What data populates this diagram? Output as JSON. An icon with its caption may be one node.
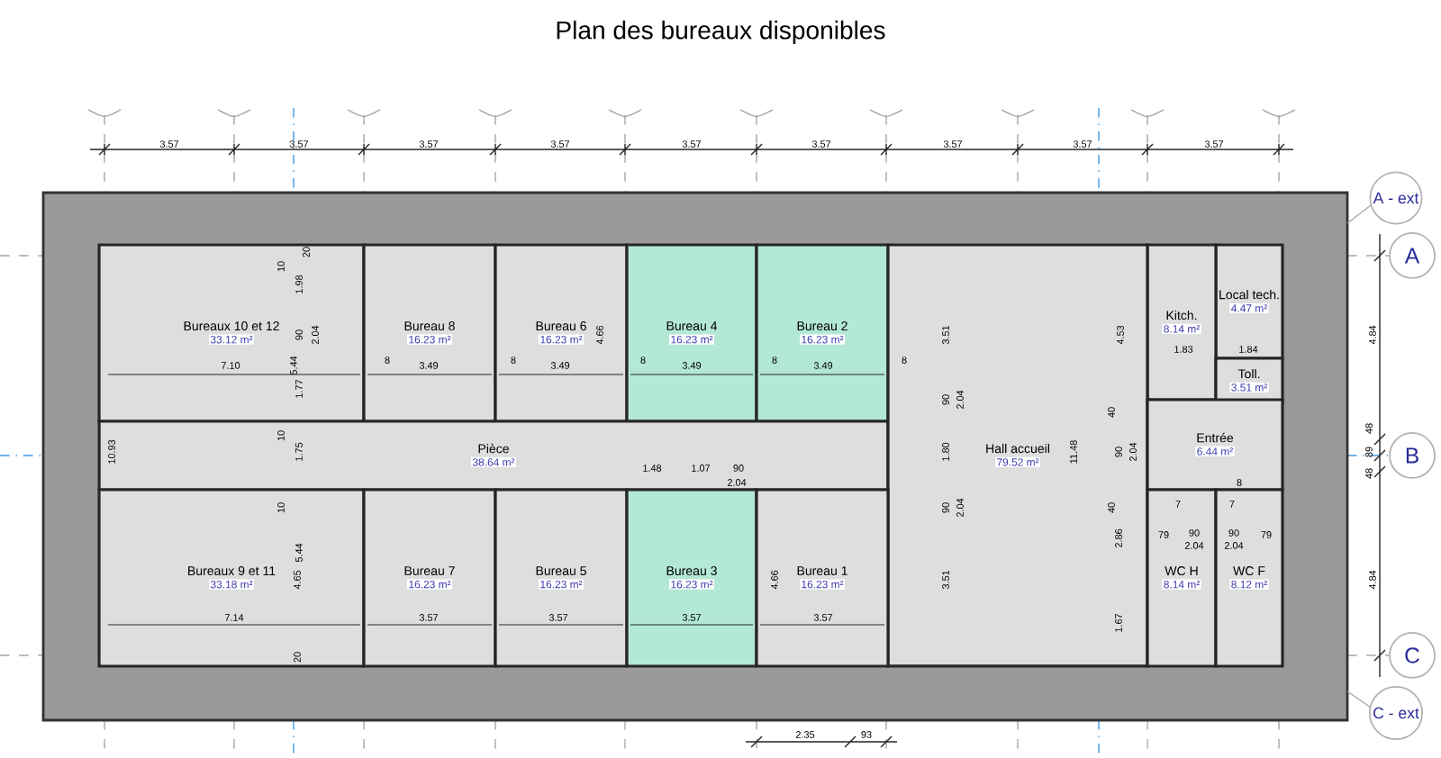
{
  "diagram": {
    "title": "Plan des bureaux disponibles",
    "nodes": [
      {
        "text": [
          "Bureaux 10 et 12",
          "33.12 m²"
        ]
      },
      {
        "text": [
          "Bureau 8",
          "16.23 m²"
        ]
      },
      {
        "text": [
          "Bureau 6",
          "16.23 m²"
        ]
      },
      {
        "text": [
          "Bureau 4",
          "16.23 m²"
        ]
      },
      {
        "text": [
          "Bureau 2",
          "16.23 m²"
        ]
      },
      {
        "text": [
          "Local tech.",
          "4.47 m²"
        ]
      },
      {
        "text": [
          "Kitch.",
          "8.14 m²"
        ]
      },
      {
        "text": [
          "Toll.",
          "3.51 m²"
        ]
      },
      {
        "text": [
          "Pièce",
          "38.64 m²"
        ]
      },
      {
        "text": [
          "Hall accueil",
          "79.52 m²"
        ]
      },
      {
        "text": [
          "Entrée",
          "6.44 m²"
        ]
      },
      {
        "text": [
          "Bureaux 9 et 11",
          "33.18 m²"
        ]
      },
      {
        "text": [
          "Bureau 7",
          "16.23 m²"
        ]
      },
      {
        "text": [
          "Bureau 5",
          "16.23 m²"
        ]
      },
      {
        "text": [
          "Bureau 3",
          "16.23 m²"
        ]
      },
      {
        "text": [
          "Bureau 1",
          "16.23 m²"
        ]
      },
      {
        "text": [
          "WC H",
          "8.14 m²"
        ]
      },
      {
        "text": [
          "WC F",
          "8.12 m²"
        ]
      },
      {
        "text": [
          "A - ext"
        ]
      },
      {
        "text": [
          "A"
        ]
      },
      {
        "text": [
          "B"
        ]
      },
      {
        "text": [
          "C"
        ]
      },
      {
        "text": [
          "C - ext"
        ]
      }
    ],
    "labels": [
      "3.57",
      "3.57",
      "3.57",
      "3.57",
      "3.57",
      "3.57",
      "3.57",
      "3.57",
      "3.57",
      "20",
      "10",
      "1.98",
      "90",
      "2.04",
      "4.66",
      "3.51",
      "4.53",
      "4.84",
      "7.10",
      "5.44",
      "8",
      "3.49",
      "8",
      "3.49",
      "8",
      "3.49",
      "8",
      "3.49",
      "8",
      "1.83",
      "1.84",
      "1.77",
      "90",
      "2.04",
      "40",
      "48",
      "10",
      "10.93",
      "1.75",
      "1.80",
      "11.48",
      "90",
      "2.04",
      "89",
      "1.48",
      "1.07",
      "90",
      "48",
      "2.04",
      "8",
      "10",
      "90",
      "2.04",
      "40",
      "7",
      "7",
      "2.86",
      "79",
      "90",
      "90",
      "79",
      "2.04",
      "2.04",
      "5.44",
      "4.65",
      "4.66",
      "3.51",
      "4.84",
      "7.14",
      "3.57",
      "3.57",
      "3.57",
      "3.57",
      "1.67",
      "20",
      "2.35",
      "93"
    ]
  }
}
